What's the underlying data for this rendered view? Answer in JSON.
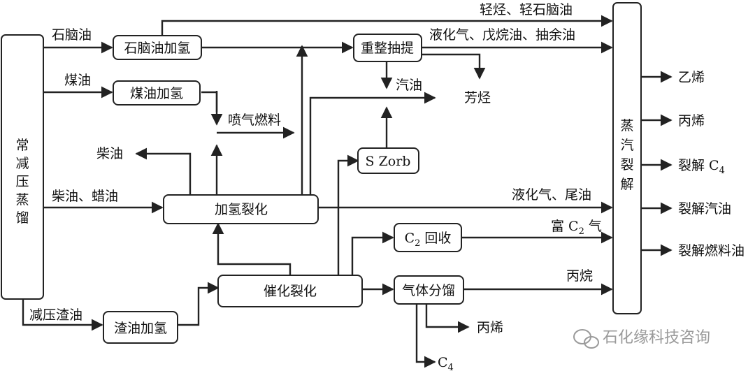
{
  "nodes": {
    "atm": [
      "常",
      "减",
      "压",
      "蒸",
      "馏"
    ],
    "nht": "石脑油加氢",
    "kht": "煤油加氢",
    "hc": "加氢裂化",
    "fcc": "催化裂化",
    "rht": "渣油加氢",
    "reform": "重整抽提",
    "szorb": "S Zorb",
    "c2": "C",
    "c2_sub": "2",
    "c2_suffix": " 回收",
    "gasfrac": "气体分馏",
    "steam": [
      "蒸",
      "汽",
      "裂",
      "解"
    ]
  },
  "labels": {
    "naphtha": "石脑油",
    "kerosene": "煤油",
    "diesel_wax": "柴油、蜡油",
    "vacuum_residue": "减压渣油",
    "diesel_out": "柴油",
    "jet_fuel": "喷气燃料",
    "light_hc": "轻烃、轻石脑油",
    "lpg_pentane": "液化气、戊烷油、抽余油",
    "gasoline": "汽油",
    "aromatics": "芳烃",
    "lpg_tail": "液化气、尾油",
    "rich_c2": "富 C",
    "rich_c2_sub": "2",
    "rich_c2_suffix": " 气",
    "propane": "丙烷",
    "propylene_gf": "丙烯",
    "c4_gf": "C",
    "c4_gf_sub": "4"
  },
  "outputs": {
    "ethylene": "乙烯",
    "propylene": "丙烯",
    "cracked_c4": "裂解 C",
    "cracked_c4_sub": "4",
    "cracked_gasoline": "裂解汽油",
    "cracked_fuel_oil": "裂解燃料油"
  },
  "watermark": "石化缘科技咨询"
}
